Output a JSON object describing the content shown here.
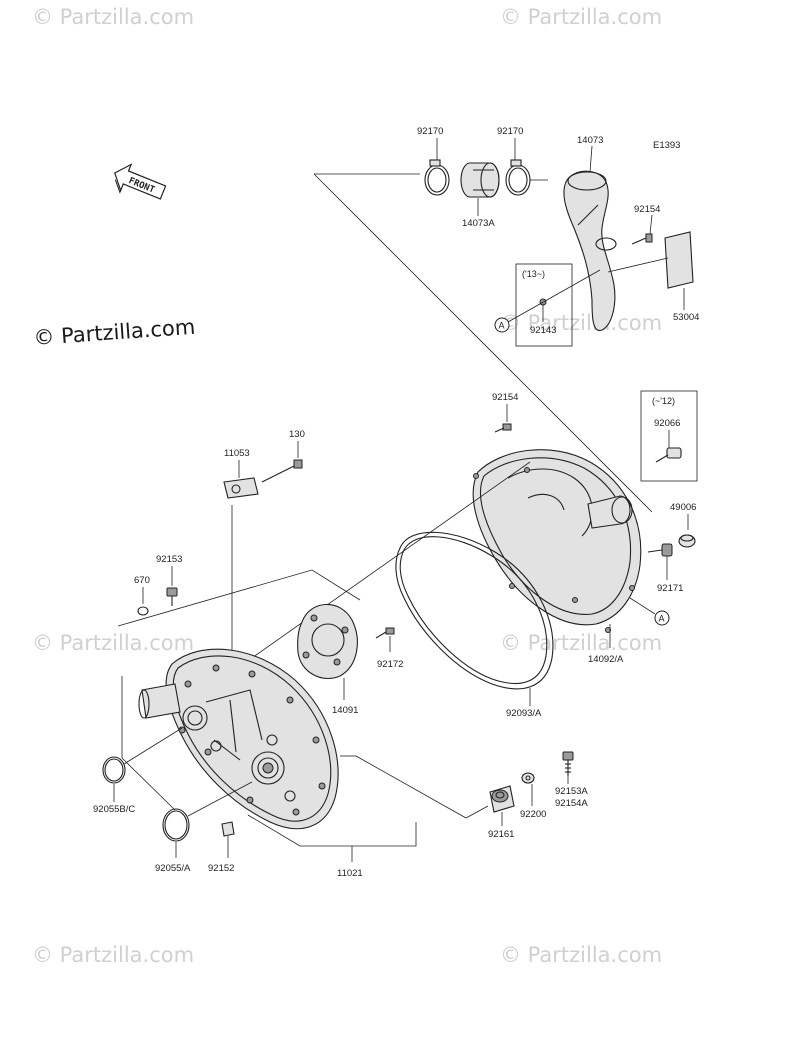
{
  "diagram": {
    "code": "E1393",
    "front_label": "FRONT",
    "watermarks": {
      "corner": "© Partzilla.com",
      "main": "© Partzilla.com"
    },
    "parts": {
      "p92170a": "92170",
      "p92170b": "92170",
      "p14073": "14073",
      "p14073a": "14073A",
      "p92154top": "92154",
      "p53004": "53004",
      "p92143": "92143",
      "p92154mid": "92154",
      "p92066": "92066",
      "p49006": "49006",
      "p92171": "92171",
      "p14092a": "14092/A",
      "p11053": "11053",
      "p130": "130",
      "p92153": "92153",
      "p670": "670",
      "p92172": "92172",
      "p14091": "14091",
      "p92093a": "92093/A",
      "p92153a": "92153A",
      "p92154a": "92154A",
      "p92200": "92200",
      "p92161": "92161",
      "p92055bc": "92055B/C",
      "p92055a": "92055/A",
      "p92152": "92152",
      "p11021": "11021"
    },
    "year_notes": {
      "from13": "('13~)",
      "to12": "(~'12)"
    },
    "ref_markers": {
      "a1": "A",
      "a2": "A"
    }
  }
}
